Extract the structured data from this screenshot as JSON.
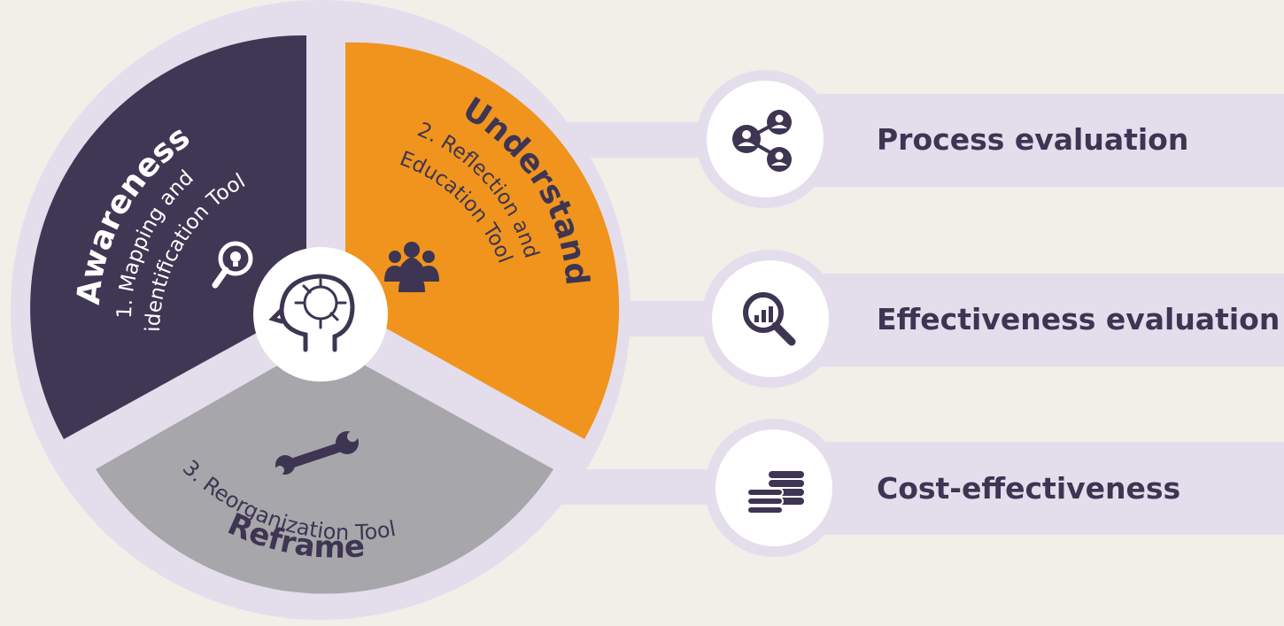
{
  "colors": {
    "background": "#f2eee8",
    "ring": "#e3ddec",
    "awareness": "#3f3754",
    "understand": "#f0941e",
    "reframe": "#a7a6ab",
    "dark_text": "#3d3552",
    "white": "#ffffff"
  },
  "wheel": {
    "center_icon": "brain-circuit-head-icon",
    "segments": {
      "awareness": {
        "title": "Awareness",
        "line1": "1. Mapping and",
        "line2": "identification Tool",
        "icon": "lightbulb-magnifier-icon"
      },
      "understand": {
        "title": "Understand",
        "line1": "2. Reflection and",
        "line2": "Education Tool",
        "icon": "people-group-icon"
      },
      "reframe": {
        "title": "Reframe",
        "line1": "3. Reorganization Tool",
        "icon": "wrench-icon"
      }
    }
  },
  "evaluations": [
    {
      "label": "Process evaluation",
      "icon": "network-people-icon"
    },
    {
      "label": "Effectiveness evaluation",
      "icon": "magnifier-chart-icon"
    },
    {
      "label": "Cost-effectiveness",
      "icon": "coins-icon"
    }
  ]
}
